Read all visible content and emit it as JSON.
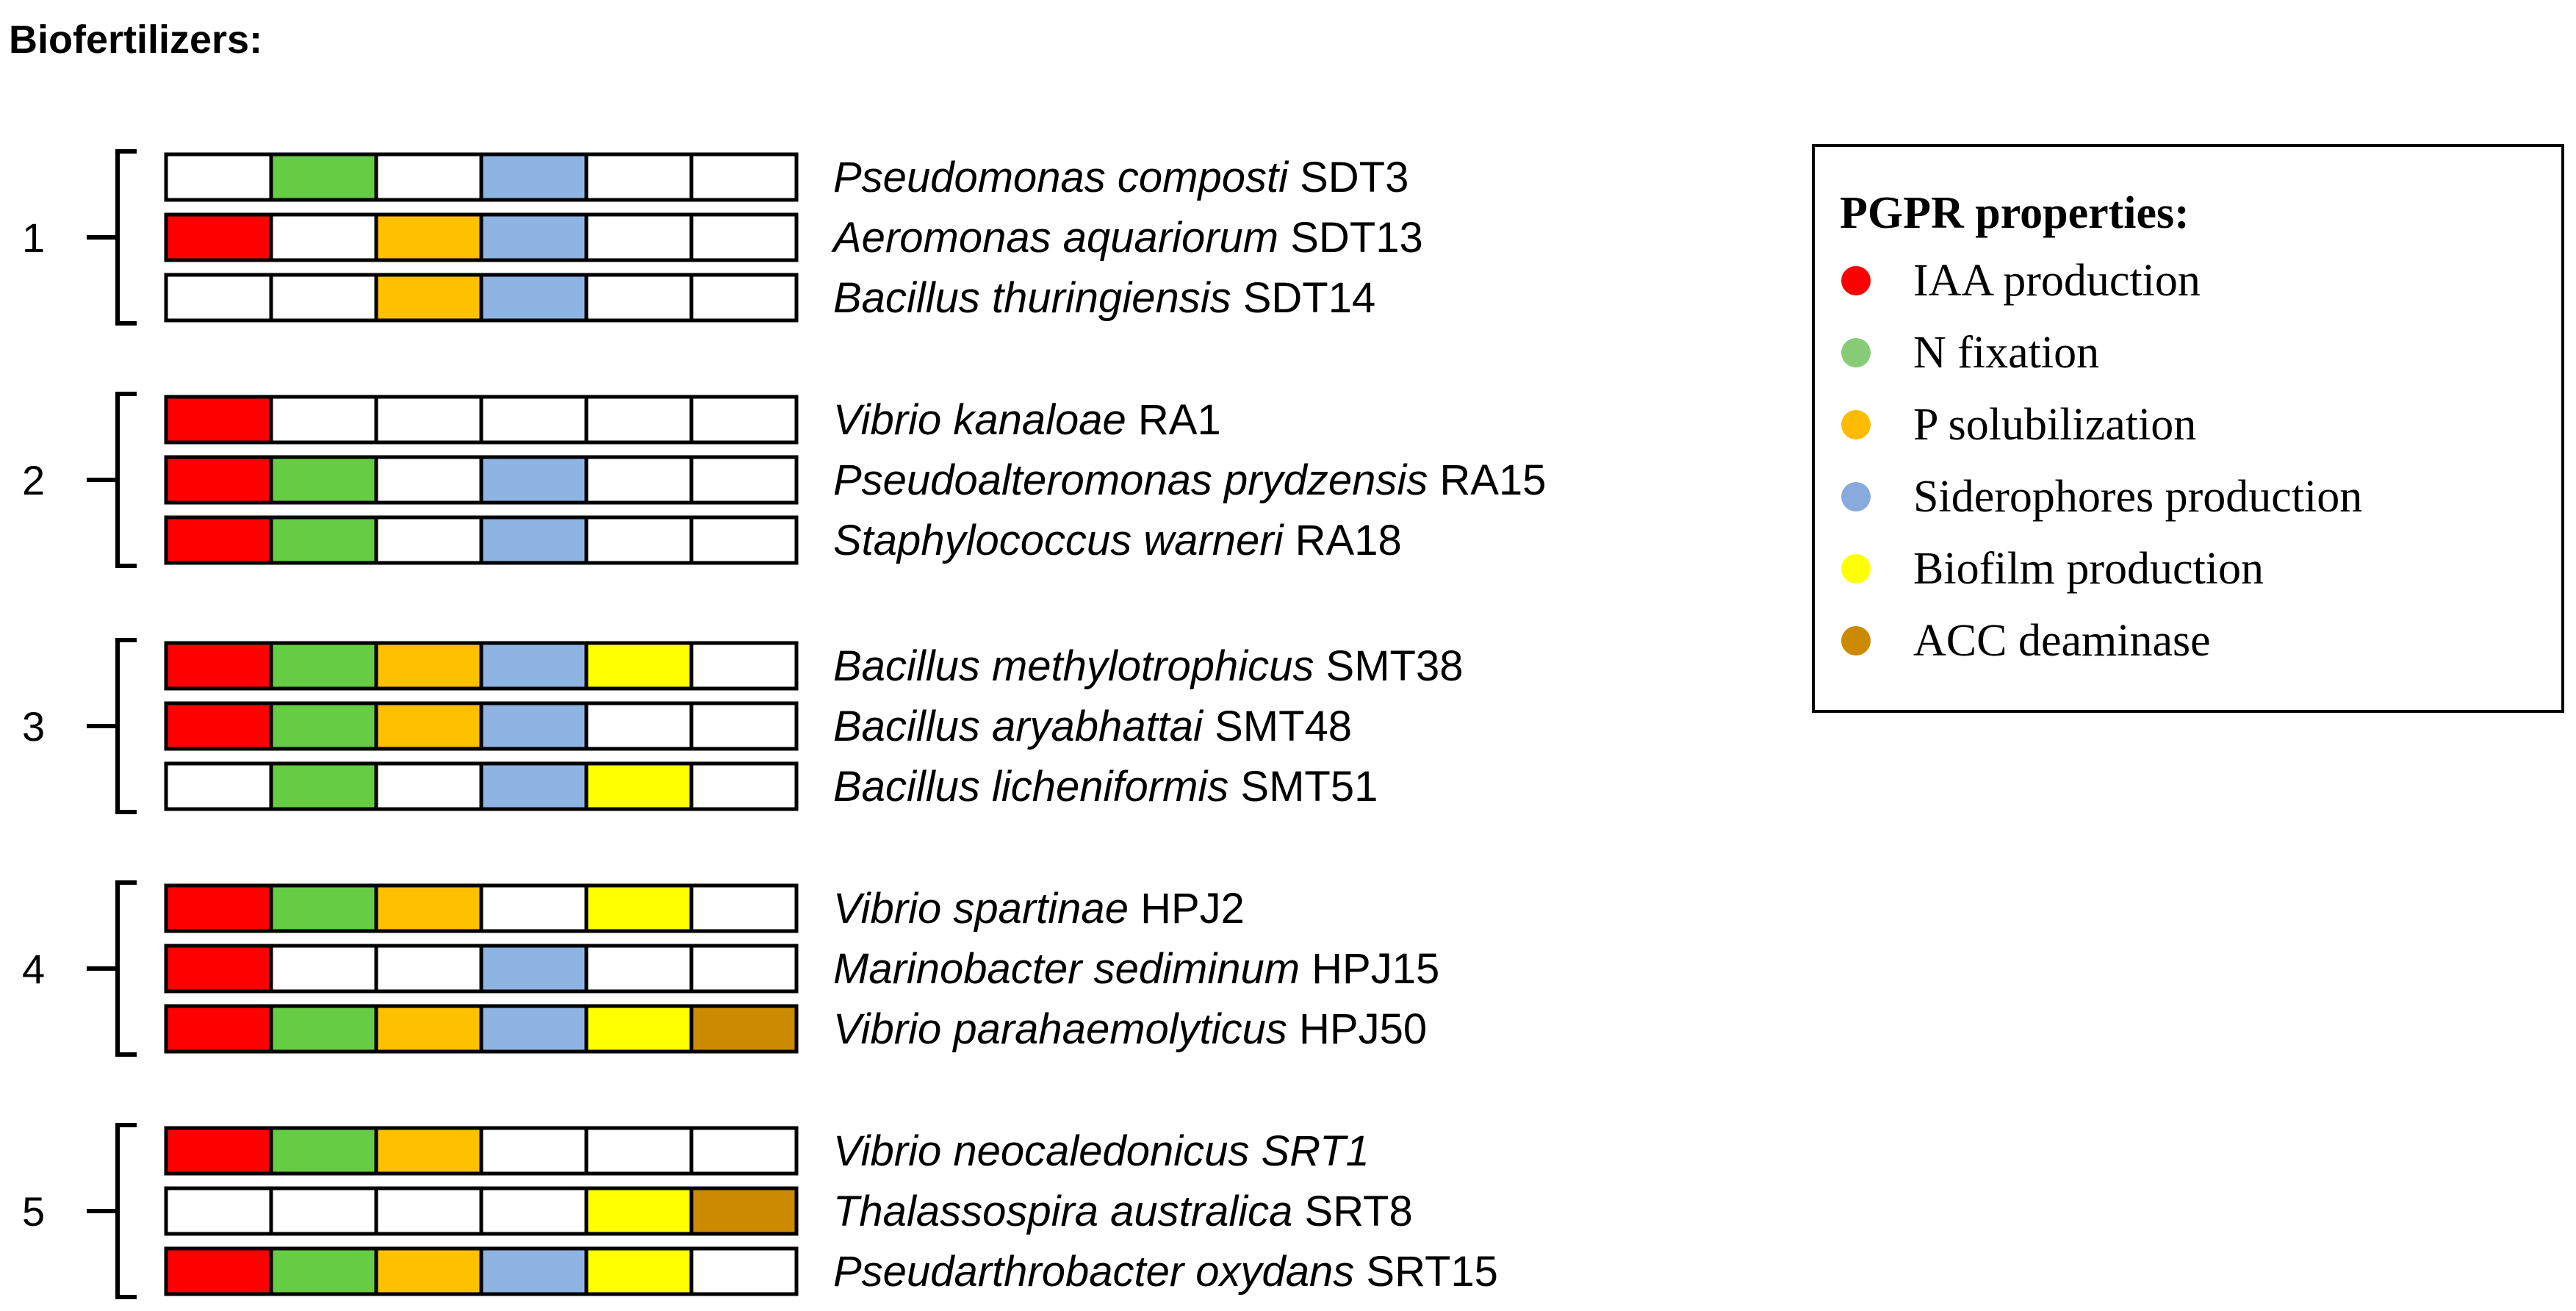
{
  "title": "Biofertilizers:",
  "properties": [
    {
      "label": "IAA  production",
      "color": "#ff0000"
    },
    {
      "label": "N fixation",
      "color": "#66cc44"
    },
    {
      "label": "P solubilization",
      "color": "#ffc000"
    },
    {
      "label": "Siderophores production",
      "color": "#8eb4e3"
    },
    {
      "label": "Biofilm production",
      "color": "#ffff00"
    },
    {
      "label": "ACC  deaminase",
      "color": "#cc8a00"
    }
  ],
  "legend": {
    "title": "PGPR properties:",
    "dot_colors": [
      "#ff0000",
      "#88cc77",
      "#ffbb00",
      "#88aadd",
      "#ffff00",
      "#cc8a00"
    ]
  },
  "groups": [
    {
      "label": "1",
      "strains": [
        {
          "species": "Pseudomonas composti",
          "code": "SDT3",
          "traits": [
            0,
            1,
            0,
            1,
            0,
            0
          ]
        },
        {
          "species": "Aeromonas aquariorum",
          "code": "SDT13",
          "traits": [
            1,
            0,
            1,
            1,
            0,
            0
          ]
        },
        {
          "species": "Bacillus thuringiensis",
          "code": "SDT14",
          "traits": [
            0,
            0,
            1,
            1,
            0,
            0
          ]
        }
      ]
    },
    {
      "label": "2",
      "strains": [
        {
          "species": "Vibrio kanaloae",
          "code": "RA1",
          "traits": [
            1,
            0,
            0,
            0,
            0,
            0
          ]
        },
        {
          "species": "Pseudoalteromonas prydzensis",
          "code": "RA15",
          "traits": [
            1,
            1,
            0,
            1,
            0,
            0
          ]
        },
        {
          "species": "Staphylococcus warneri",
          "code": " RA18",
          "traits": [
            1,
            1,
            0,
            1,
            0,
            0
          ]
        }
      ]
    },
    {
      "label": "3",
      "strains": [
        {
          "species": "Bacillus methylotrophicus",
          "code": "SMT38",
          "traits": [
            1,
            1,
            1,
            1,
            1,
            0
          ]
        },
        {
          "species": "Bacillus aryabhattai",
          "code": "SMT48",
          "traits": [
            1,
            1,
            1,
            1,
            0,
            0
          ]
        },
        {
          "species": "Bacillus licheniformis",
          "code": "SMT51",
          "traits": [
            0,
            1,
            0,
            1,
            1,
            0
          ]
        }
      ]
    },
    {
      "label": "4",
      "strains": [
        {
          "species": "Vibrio spartinae",
          "code": "HPJ2",
          "traits": [
            1,
            1,
            1,
            0,
            1,
            0
          ]
        },
        {
          "species": "Marinobacter sediminum",
          "code": "HPJ15",
          "traits": [
            1,
            0,
            0,
            1,
            0,
            0
          ]
        },
        {
          "species": "Vibrio parahaemolyticus",
          "code": "HPJ50",
          "traits": [
            1,
            1,
            1,
            1,
            1,
            1
          ]
        }
      ]
    },
    {
      "label": "5",
      "strains": [
        {
          "species": "Vibrio neocaledonicus SRT1",
          "code": "",
          "traits": [
            1,
            1,
            1,
            0,
            0,
            0
          ]
        },
        {
          "species": "Thalassospira australica",
          "code": "SRT8",
          "traits": [
            0,
            0,
            0,
            0,
            1,
            1
          ]
        },
        {
          "species": "Pseudarthrobacter oxydans",
          "code": "SRT15",
          "traits": [
            1,
            1,
            1,
            1,
            1,
            0
          ]
        }
      ]
    }
  ]
}
